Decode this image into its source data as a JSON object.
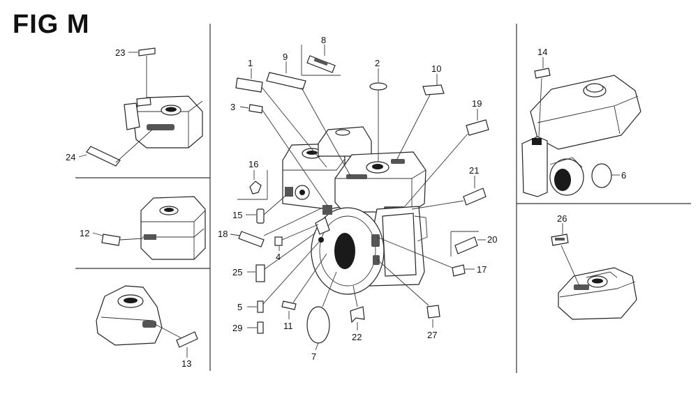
{
  "figure": {
    "title": "FIG M",
    "callouts": {
      "c1": "1",
      "c2": "2",
      "c3": "3",
      "c4": "4",
      "c5": "5",
      "c6": "6",
      "c7": "7",
      "c8": "8",
      "c9": "9",
      "c10": "10",
      "c11": "11",
      "c12": "12",
      "c13": "13",
      "c14": "14",
      "c15": "15",
      "c16": "16",
      "c17": "17",
      "c18": "18",
      "c19": "19",
      "c20": "20",
      "c21": "21",
      "c22": "22",
      "c23": "23",
      "c24": "24",
      "c25": "25",
      "c26": "26",
      "c27": "27",
      "c29": "29"
    }
  }
}
